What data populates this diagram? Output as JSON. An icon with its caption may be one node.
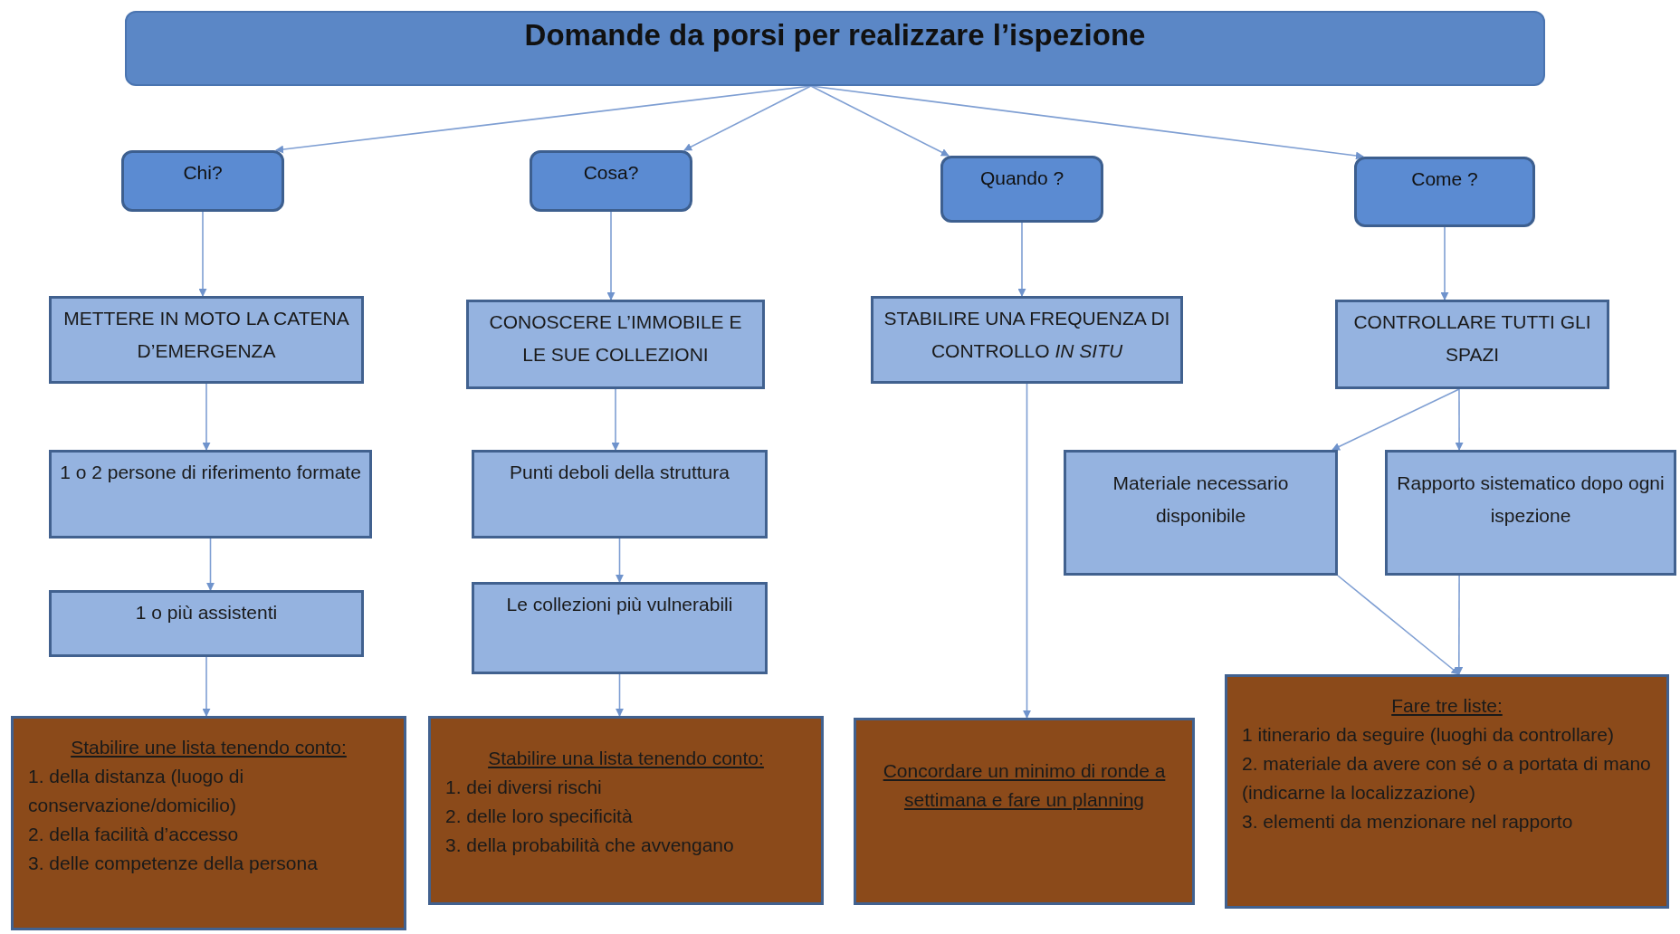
{
  "diagram": {
    "nodes": [
      {
        "text": [
          "Domande da porsi per realizzare l’ispezione"
        ]
      },
      {
        "text": [
          "Chi?"
        ]
      },
      {
        "text": [
          "Cosa?"
        ]
      },
      {
        "text": [
          "Quando ?"
        ]
      },
      {
        "text": [
          "Come ?"
        ]
      },
      {
        "text": [
          "METTERE IN MOTO LA CATENA D’EMERGENZA"
        ]
      },
      {
        "text": [
          "CONOSCERE L’IMMOBILE E LE SUE COLLEZIONI"
        ]
      },
      {
        "text": [
          "STABILIRE UNA FREQUENZA DI CONTROLLO *IN SITU*"
        ]
      },
      {
        "text": [
          "CONTROLLARE TUTTI GLI SPAZI"
        ]
      },
      {
        "text": [
          "1 o 2 persone di riferimento formate"
        ]
      },
      {
        "text": [
          "Punti deboli della struttura"
        ]
      },
      {
        "text": [
          "Materiale necessario disponibile"
        ]
      },
      {
        "text": [
          "Rapporto sistematico dopo ogni ispezione"
        ]
      },
      {
        "text": [
          "1 o più assistenti"
        ]
      },
      {
        "text": [
          "Le collezioni più vulnerabili"
        ]
      },
      {
        "text": [
          "Stabilire une lista tenendo conto:",
          "1. della distanza (luogo di conservazione/domicilio)",
          "2. della facilità d’accesso",
          "3. delle competenze della persona"
        ]
      },
      {
        "text": [
          "Stabilire una lista tenendo conto:",
          "1. dei diversi rischi",
          "2. delle loro specificità",
          "3. della probabilità che avvengano"
        ]
      },
      {
        "text": [
          "Concordare un minimo di ronde a settimana e fare un planning"
        ]
      },
      {
        "text": [
          "Fare tre liste:",
          "1 itinerario da seguire (luoghi da controllare)",
          "2. materiale da avere con sé o a portata di mano (indicarne la localizzazione)",
          "3. elementi da menzionare nel rapporto"
        ]
      }
    ],
    "edges": [
      {
        "from": 0,
        "to": 1,
        "arrow": "to"
      },
      {
        "from": 0,
        "to": 2,
        "arrow": "to"
      },
      {
        "from": 0,
        "to": 3,
        "arrow": "to"
      },
      {
        "from": 0,
        "to": 4,
        "arrow": "to"
      },
      {
        "from": 1,
        "to": 5,
        "arrow": "to"
      },
      {
        "from": 5,
        "to": 9,
        "arrow": "to"
      },
      {
        "from": 9,
        "to": 13,
        "arrow": "to"
      },
      {
        "from": 13,
        "to": 15,
        "arrow": "to"
      },
      {
        "from": 2,
        "to": 6,
        "arrow": "to"
      },
      {
        "from": 6,
        "to": 10,
        "arrow": "to"
      },
      {
        "from": 10,
        "to": 14,
        "arrow": "to"
      },
      {
        "from": 14,
        "to": 16,
        "arrow": "to"
      },
      {
        "from": 3,
        "to": 7,
        "arrow": "to"
      },
      {
        "from": 7,
        "to": 17,
        "arrow": "to"
      },
      {
        "from": 4,
        "to": 8,
        "arrow": "to"
      },
      {
        "from": 8,
        "to": 11,
        "arrow": "to"
      },
      {
        "from": 8,
        "to": 12,
        "arrow": "to"
      },
      {
        "from": 11,
        "to": 18,
        "arrow": "to"
      },
      {
        "from": 12,
        "to": 18,
        "arrow": "to"
      }
    ]
  }
}
